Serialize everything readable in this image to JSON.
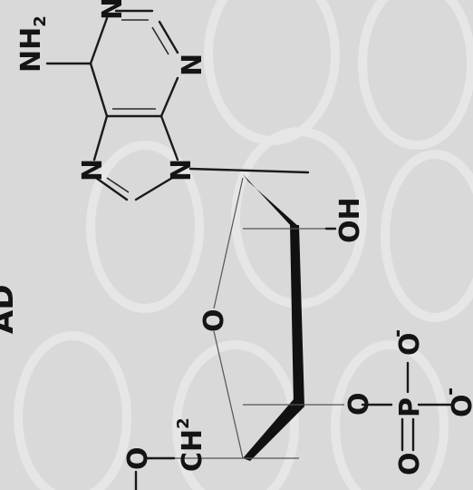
{
  "colors": {
    "background": "#d9d9d9",
    "pattern": "#e8e8e8",
    "ink": "#141414"
  },
  "atoms": {
    "nh2": "NH",
    "nh2_sub": "2",
    "n1": "N",
    "n3": "N",
    "n7": "N",
    "n9": "N",
    "ring_o": "O",
    "oh": "OH",
    "ch2": "CH",
    "ch2_sub": "2",
    "o_link": "O",
    "o_ester": "O",
    "p": "P",
    "o_minus_1": "O",
    "o_minus_1_charge": "-",
    "o_minus_2": "O",
    "o_minus_2_charge": "-",
    "o_double": "O"
  },
  "side_label": "AD"
}
